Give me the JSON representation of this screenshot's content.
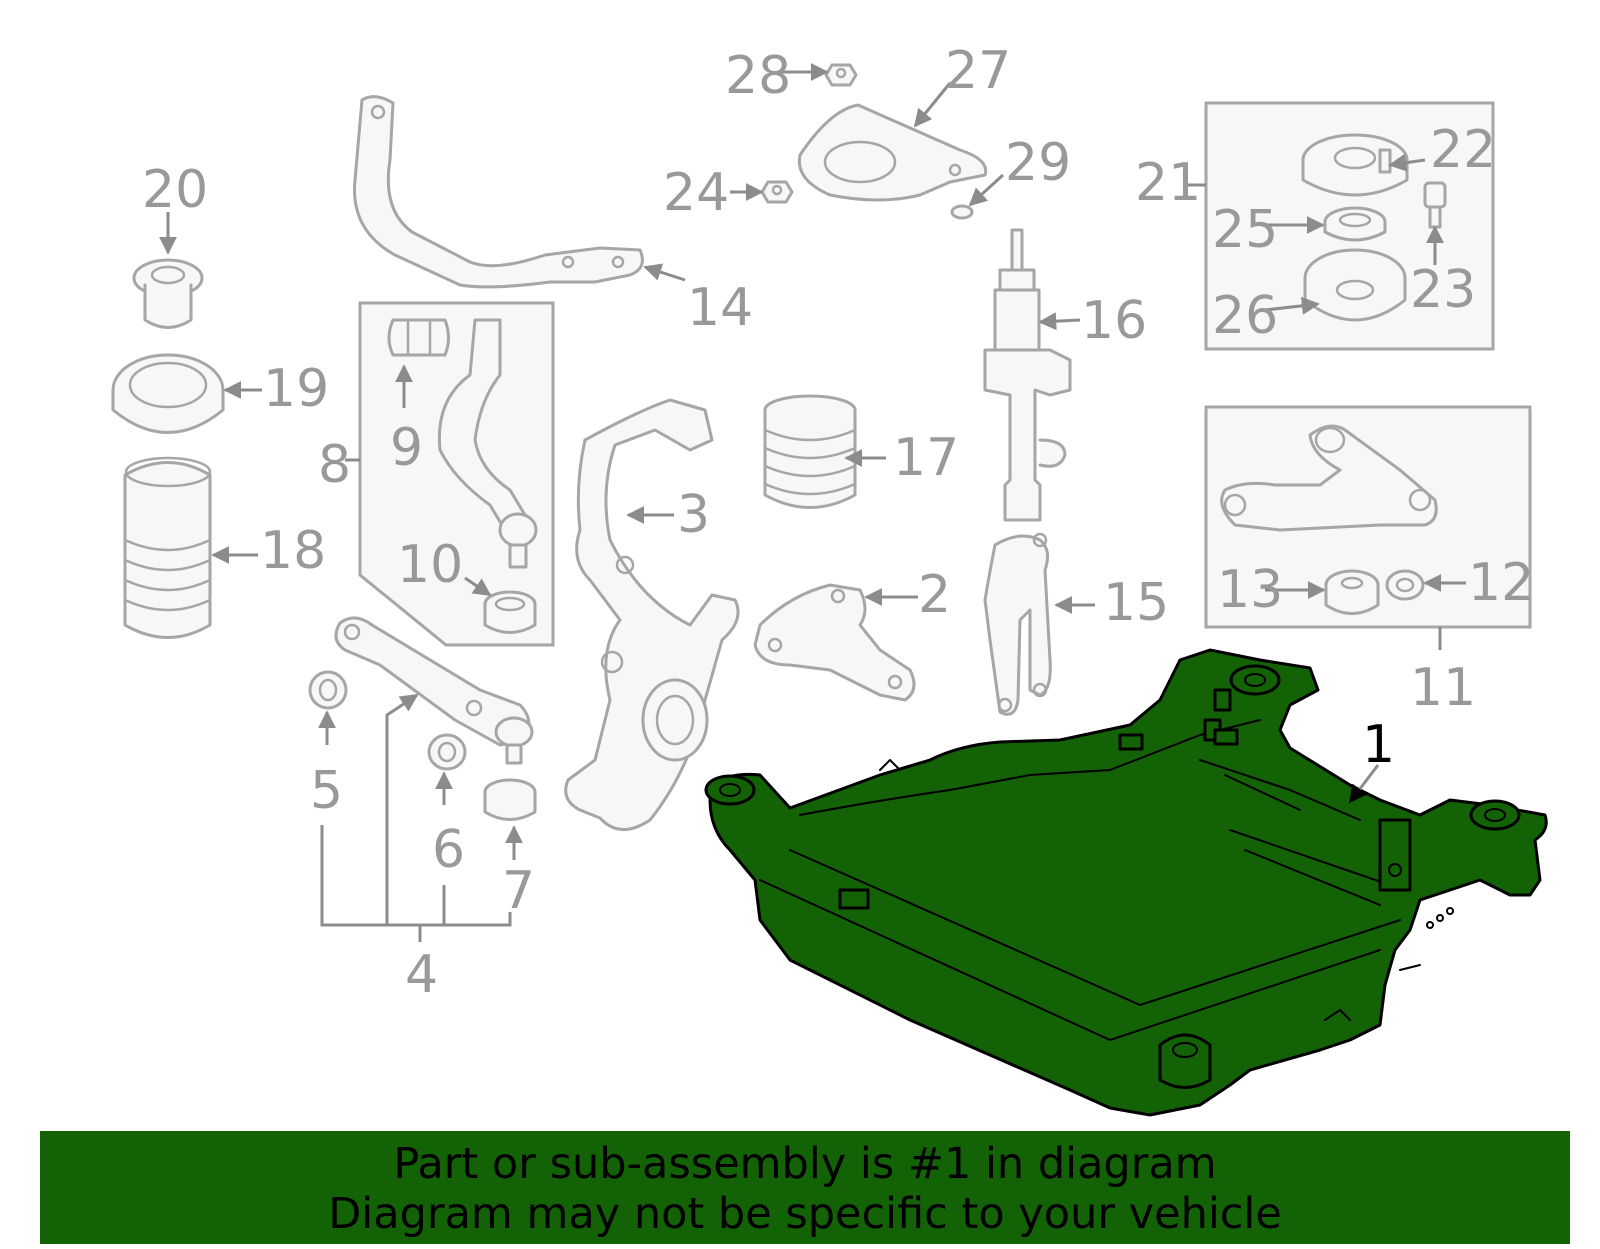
{
  "callouts": {
    "c1": "1",
    "c2": "2",
    "c3": "3",
    "c4": "4",
    "c5": "5",
    "c6": "6",
    "c7": "7",
    "c8": "8",
    "c9": "9",
    "c10": "10",
    "c11": "11",
    "c12": "12",
    "c13": "13",
    "c14": "14",
    "c15": "15",
    "c16": "16",
    "c17": "17",
    "c18": "18",
    "c19": "19",
    "c20": "20",
    "c21": "21",
    "c22": "22",
    "c23": "23",
    "c24": "24",
    "c25": "25",
    "c26": "26",
    "c27": "27",
    "c28": "28",
    "c29": "29"
  },
  "highlight": {
    "part_number": "1",
    "color": "#136306"
  },
  "caption": {
    "line1": "Part or sub-assembly is #1 in diagram",
    "line2": "Diagram may not be specific to your vehicle"
  }
}
